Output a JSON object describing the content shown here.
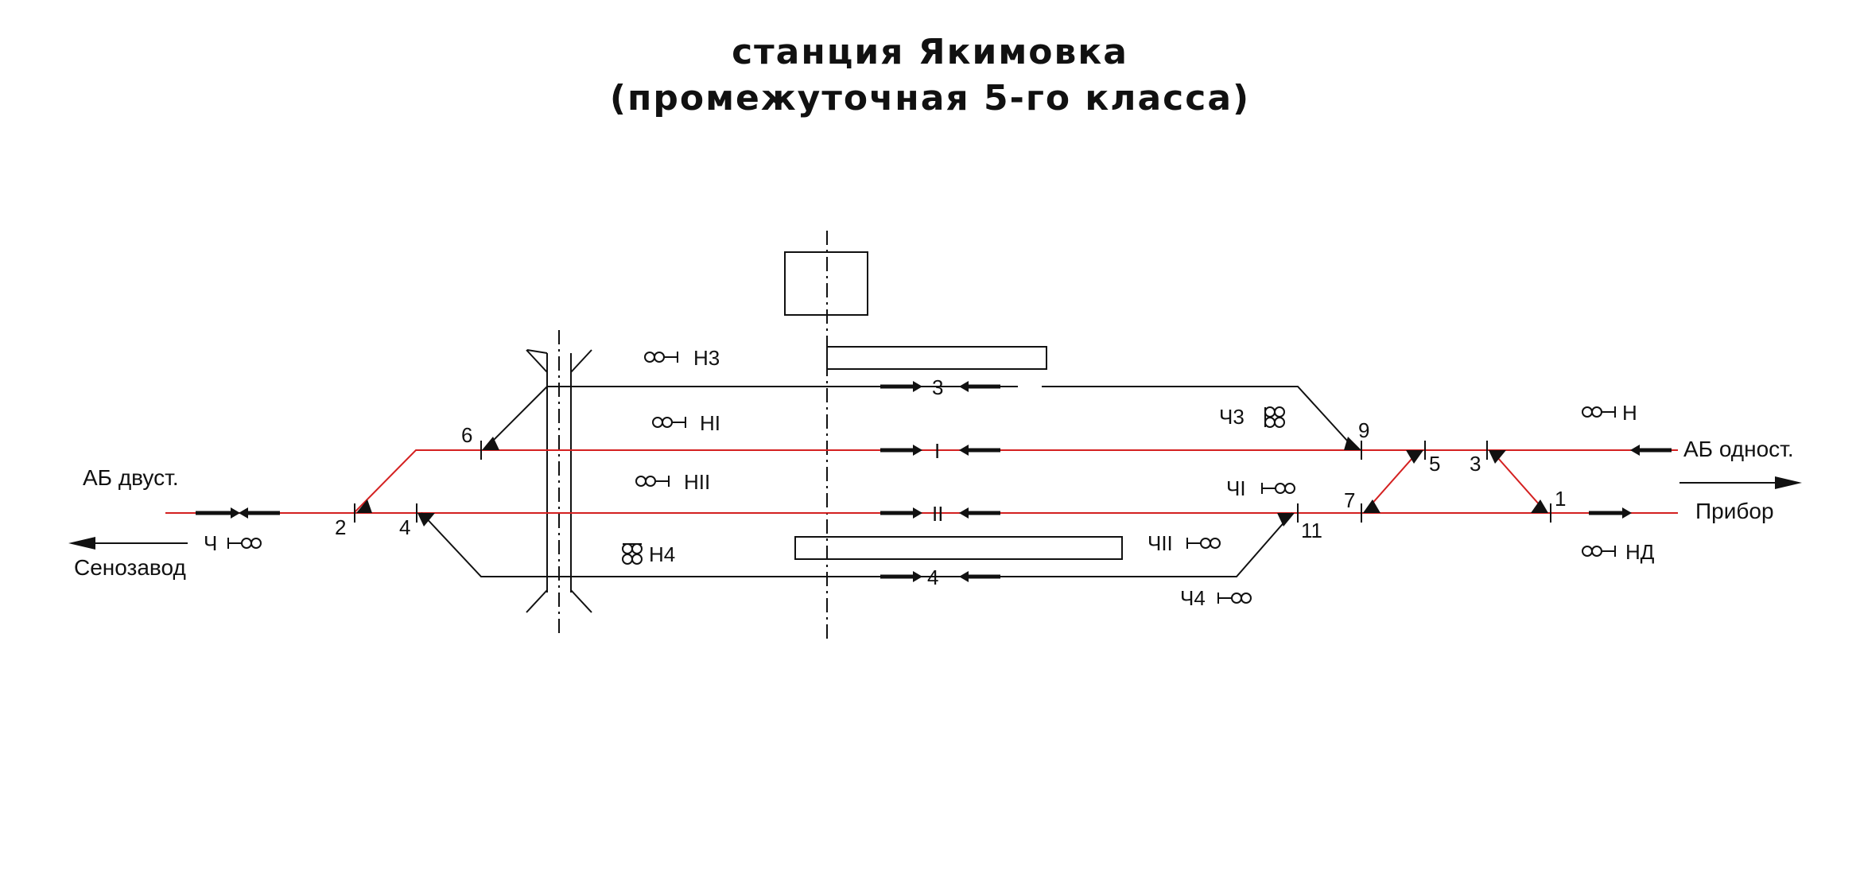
{
  "title": {
    "line1": "станция Якимовка",
    "line2": "(промежуточная 5-го класса)"
  },
  "colors": {
    "main_track": "#d42020",
    "side_track": "#111111"
  },
  "directions": {
    "left_top": "АБ двуст.",
    "left_bottom": "Сенозавод",
    "right_top": "АБ одност.",
    "right_bottom": "Прибор"
  },
  "tracks": {
    "track_3": "3",
    "track_I": "I",
    "track_II": "II",
    "track_4": "4"
  },
  "switches": {
    "sw_2": "2",
    "sw_4": "4",
    "sw_6": "6",
    "sw_9": "9",
    "sw_7": "7",
    "sw_11": "11",
    "sw_5": "5",
    "sw_3": "3",
    "sw_1": "1"
  },
  "signals": {
    "N3": "Н3",
    "NI": "НI",
    "NII": "НII",
    "N4": "Н4",
    "CH": "Ч",
    "CH3": "Ч3",
    "CHI": "ЧI",
    "CHII": "ЧII",
    "CH4": "Ч4",
    "N": "Н",
    "ND": "НД"
  }
}
